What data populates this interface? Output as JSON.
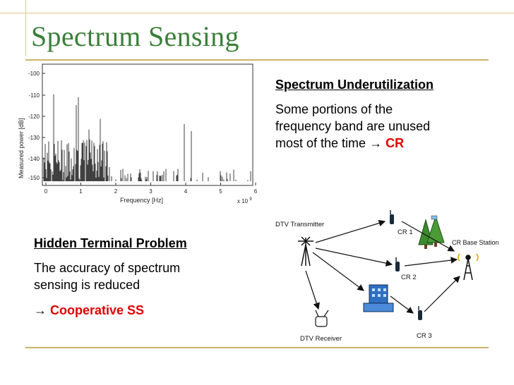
{
  "slide": {
    "title": "Spectrum Sensing"
  },
  "underutilization": {
    "heading": "Spectrum Underutilization",
    "line1": "Some portions of the",
    "line2": "frequency band are unused",
    "line3": "most of the time ",
    "arrow": "→",
    "highlight": "CR"
  },
  "hidden_terminal": {
    "heading": "Hidden Terminal Problem",
    "line1": "The accuracy of spectrum",
    "line2": "sensing is reduced",
    "arrow": "→",
    "highlight": "Cooperative SS"
  },
  "spectrum_plot": {
    "ylabel": "Measured power [dB]",
    "xlabel": "Frequency [Hz]",
    "x_multiplier": "x 10",
    "x_exponent": "9",
    "y_ticks": [
      "-100",
      "-110",
      "-120",
      "-130",
      "-140",
      "-150"
    ],
    "x_ticks": [
      "0",
      "1",
      "2",
      "3",
      "4",
      "5",
      "6"
    ]
  },
  "network_diagram": {
    "dtv_transmitter": "DTV Transmitter",
    "dtv_receiver": "DTV Receiver",
    "cr1": "CR 1",
    "cr2": "CR 2",
    "cr3": "CR 3",
    "cr_base_station": "CR Base Station"
  },
  "colors": {
    "title": "#3a7f3a",
    "rule": "#c9b36a",
    "highlight": "#e00000"
  }
}
